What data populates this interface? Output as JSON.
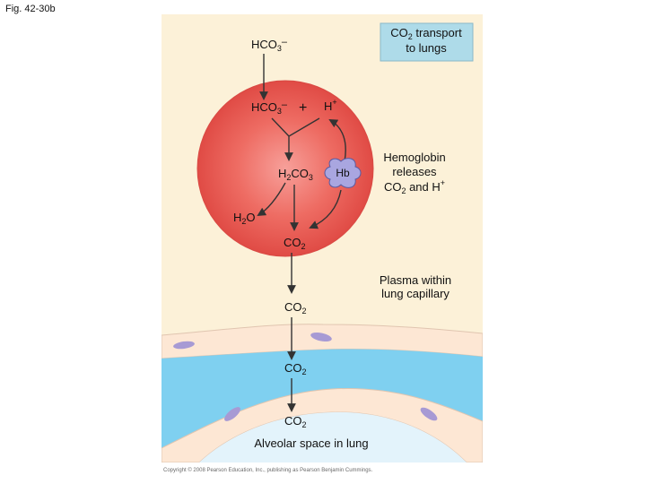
{
  "figure_label": "Fig. 42-30b",
  "box": {
    "line1_main": "CO",
    "line1_sub": "2",
    "line1_rest": " transport",
    "line2": "to lungs"
  },
  "hco3_outside": {
    "main": "HCO",
    "sub": "3",
    "sup": "–"
  },
  "hco3_inside": {
    "main": "HCO",
    "sub": "3",
    "sup": "–"
  },
  "plus": "+",
  "h_ion": {
    "main": "H",
    "sup": "+"
  },
  "h2co3": {
    "a": "H",
    "sub1": "2",
    "b": "CO",
    "sub2": "3"
  },
  "hb": "Hb",
  "hemoglobin_note": {
    "line1": "Hemoglobin",
    "line2": "releases",
    "line3_main": "CO",
    "line3_sub": "2",
    "line3_rest": " and H",
    "line3_sup": "+"
  },
  "h2o": {
    "a": "H",
    "sub": "2",
    "b": "O"
  },
  "co2": {
    "main": "CO",
    "sub": "2"
  },
  "plasma_label": {
    "line1": "Plasma within",
    "line2": "lung capillary"
  },
  "alveolar_label": "Alveolar space in lung",
  "copyright": "Copyright © 2008 Pearson Education, Inc., publishing as Pearson Benjamin Cummings.",
  "colors": {
    "plasma": "#fcf1d8",
    "red_cell": "#e9584f",
    "red_cell_edge": "#d94a44",
    "capillary_wall": "#fde7d4",
    "blood_stream": "#7fd0f0",
    "alveolar_space": "#e3f3fb",
    "box_fill": "#aedbe9",
    "nucleus": "#a79ad4",
    "hb_fill": "#a9a6e0"
  }
}
